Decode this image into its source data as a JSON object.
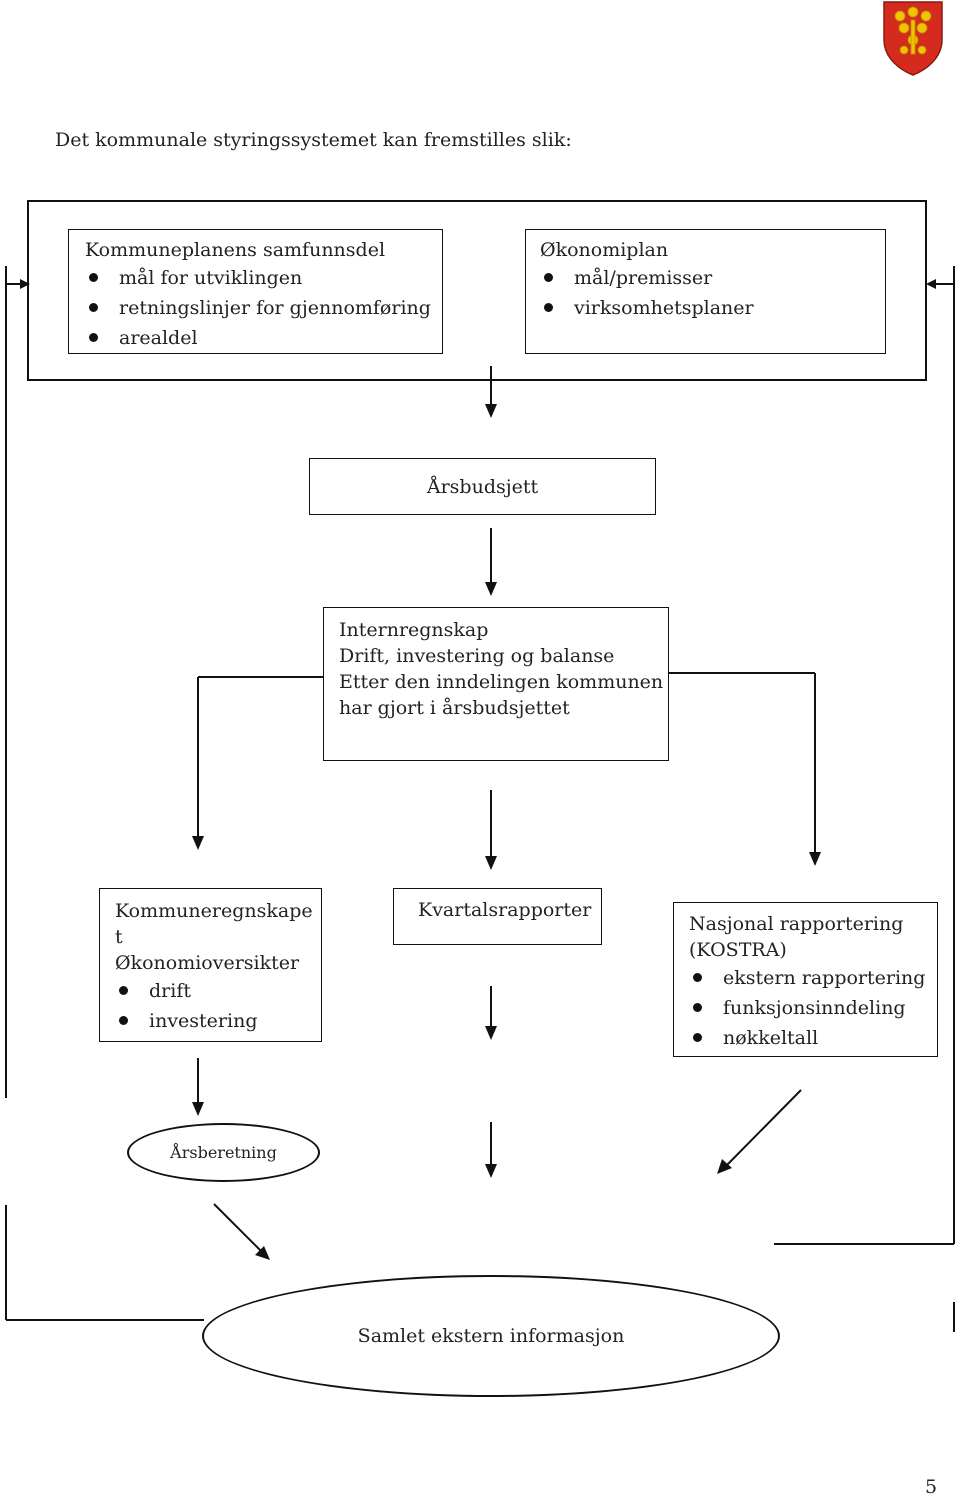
{
  "intro": "Det kommunale styringssystemet kan fremstilles slik:",
  "box_kommuneplan": {
    "title": "Kommuneplanens samfunnsdel",
    "items": [
      "mål for utviklingen",
      "retningslinjer for gjennomføring",
      "arealdel"
    ]
  },
  "box_okonomiplan": {
    "title": "Økonomiplan",
    "items": [
      "mål/premisser",
      "virksomhetsplaner"
    ]
  },
  "box_arsbudsjett": {
    "title": "Årsbudsjett"
  },
  "box_internregnskap": {
    "lines": [
      "Internregnskap",
      "Drift, investering og balanse",
      "Etter den inndelingen kommunen",
      "har gjort i årsbudsjettet"
    ]
  },
  "box_kommuneregnskap": {
    "lines": [
      "Kommuneregnskape",
      "t",
      "Økonomioversikter"
    ],
    "items": [
      "drift",
      "investering"
    ]
  },
  "box_kvartal": {
    "title": "Kvartalsrapporter"
  },
  "box_nasjonal": {
    "lines": [
      "Nasjonal rapportering",
      "(KOSTRA)"
    ],
    "items": [
      "ekstern rapportering",
      "funksjonsinndeling",
      "nøkkeltall"
    ]
  },
  "ellipse_arsberetning": {
    "title": "Årsberetning"
  },
  "ellipse_samlet": {
    "title": "Samlet ekstern informasjon"
  },
  "page_number": "5",
  "logo": {
    "name": "municipal-coat-of-arms",
    "colors": {
      "shield": "#d52b1e",
      "charge": "#f2c200"
    }
  }
}
